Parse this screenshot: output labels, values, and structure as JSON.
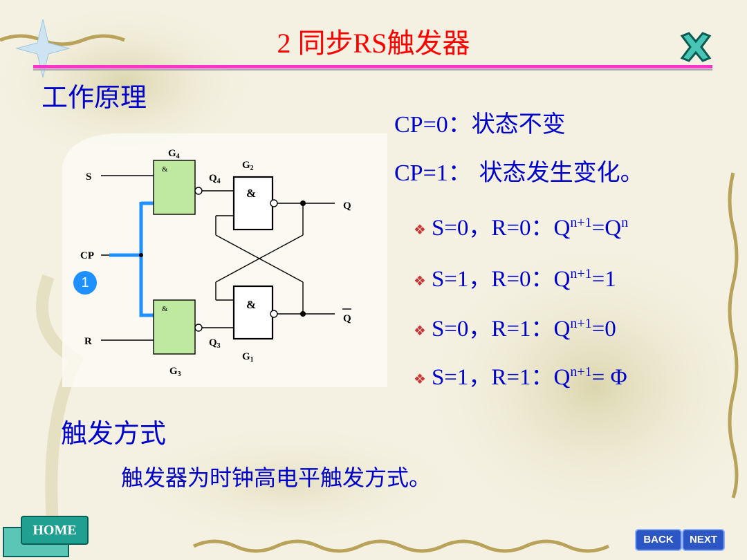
{
  "title": "2  同步RS触发器",
  "section_principle": "工作原理",
  "cp0": {
    "a": "CP=0",
    "b": "：状态不变"
  },
  "cp1": {
    "a": "CP=1",
    "b": "：  状态发生变化。"
  },
  "rows": [
    {
      "cond": "S=0，R=0：Q",
      "sup": "n+1",
      "eq": "=Q",
      "sup2": "n"
    },
    {
      "cond": "S=1，R=0：Q",
      "sup": "n+1",
      "eq": "=1",
      "sup2": ""
    },
    {
      "cond": "S=0，R=1：Q",
      "sup": "n+1",
      "eq": "=0",
      "sup2": ""
    },
    {
      "cond": "S=1，R=1：Q",
      "sup": "n+1",
      "eq": "= Φ",
      "sup2": ""
    }
  ],
  "bullet": "❖",
  "section_trigger": "触发方式",
  "description": "触发器为时钟高电平触发方式。",
  "circuit": {
    "input_s": "S",
    "input_cp": "CP",
    "input_r": "R",
    "out_q": "Q",
    "out_qbar": "Q",
    "gate_g4": "G",
    "g4_sub": "4",
    "gate_g2": "G",
    "g2_sub": "2",
    "gate_g1": "G",
    "g1_sub": "1",
    "gate_g3": "G",
    "g3_sub": "3",
    "q4": "Q",
    "q4_sub": "4",
    "q3": "Q",
    "q3_sub": "3",
    "amp": "&"
  },
  "badge": "1",
  "nav": {
    "home": "HOME",
    "back": "BACK",
    "next": "NEXT"
  },
  "colors": {
    "title": "#ff0000",
    "text": "#0000cc",
    "rule": "#ff33cc",
    "gate_fill": "#bfe8a0",
    "cp_wire": "#1e90ff"
  }
}
